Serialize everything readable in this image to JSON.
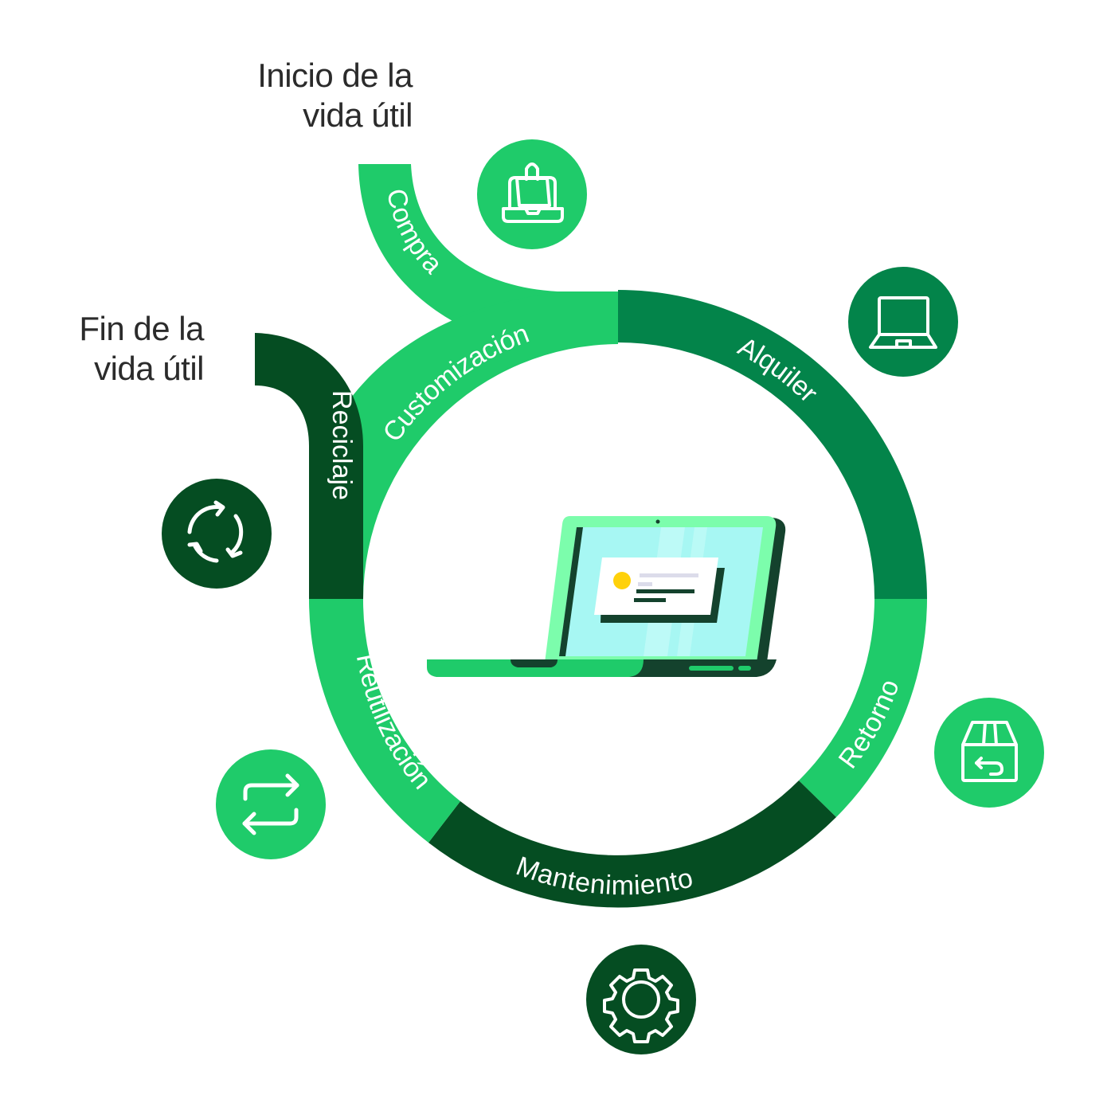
{
  "headings": {
    "start": {
      "line1": "Inicio de la",
      "line2": "vida útil"
    },
    "end": {
      "line1": "Fin de la",
      "line2": "vida útil"
    }
  },
  "colors": {
    "light_green": "#1fcb6a",
    "medium_green": "#03844a",
    "dark_green": "#054d22",
    "text_dark": "#2b2b2b",
    "white": "#ffffff",
    "screen": "#a7f7f3",
    "bezel": "#7cfdac",
    "accent_yellow": "#ffd10a"
  },
  "stages": [
    {
      "id": "compra",
      "label": "Compra",
      "color": "light_green",
      "icon": "shopping-bag-laptop-icon"
    },
    {
      "id": "customizacion",
      "label": "Customización",
      "color": "light_green",
      "icon": null
    },
    {
      "id": "alquiler",
      "label": "Alquiler",
      "color": "medium_green",
      "icon": "laptop-icon"
    },
    {
      "id": "retorno",
      "label": "Retorno",
      "color": "light_green",
      "icon": "return-box-icon"
    },
    {
      "id": "mantenimiento",
      "label": "Mantenimiento",
      "color": "dark_green",
      "icon": "gear-icon"
    },
    {
      "id": "reutilizacion",
      "label": "Reutilización",
      "color": "light_green",
      "icon": "swap-arrows-icon"
    },
    {
      "id": "reciclaje",
      "label": "Reciclaje",
      "color": "dark_green",
      "icon": "recycle-icon"
    }
  ],
  "center_illustration": "laptop-illustration"
}
